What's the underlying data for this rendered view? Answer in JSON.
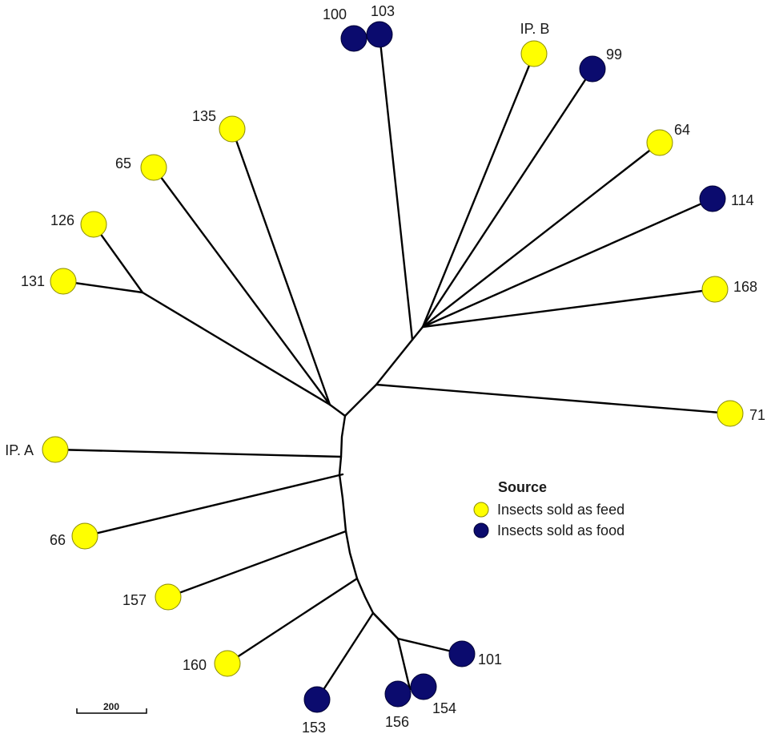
{
  "colors": {
    "feed": "#ffff00",
    "feed_stroke": "#8a8a00",
    "food": "#0b0b6e",
    "food_stroke": "#000033",
    "branch": "#000000"
  },
  "legend": {
    "title": "Source",
    "items": [
      {
        "label": "Insects sold as feed",
        "source": "feed"
      },
      {
        "label": "Insects sold as food",
        "source": "food"
      }
    ]
  },
  "scale_bar": {
    "label": "200"
  },
  "tips": [
    {
      "id": "100",
      "label": "100",
      "source": "food"
    },
    {
      "id": "103",
      "label": "103",
      "source": "food"
    },
    {
      "id": "IPB",
      "label": "IP. B",
      "source": "feed"
    },
    {
      "id": "99",
      "label": "99",
      "source": "food"
    },
    {
      "id": "64",
      "label": "64",
      "source": "feed"
    },
    {
      "id": "114",
      "label": "114",
      "source": "food"
    },
    {
      "id": "168",
      "label": "168",
      "source": "feed"
    },
    {
      "id": "71",
      "label": "71",
      "source": "feed"
    },
    {
      "id": "135",
      "label": "135",
      "source": "feed"
    },
    {
      "id": "65",
      "label": "65",
      "source": "feed"
    },
    {
      "id": "126",
      "label": "126",
      "source": "feed"
    },
    {
      "id": "131",
      "label": "131",
      "source": "feed"
    },
    {
      "id": "IPA",
      "label": "IP. A",
      "source": "feed"
    },
    {
      "id": "66",
      "label": "66",
      "source": "feed"
    },
    {
      "id": "157",
      "label": "157",
      "source": "feed"
    },
    {
      "id": "160",
      "label": "160",
      "source": "feed"
    },
    {
      "id": "101",
      "label": "101",
      "source": "food"
    },
    {
      "id": "154",
      "label": "154",
      "source": "food"
    },
    {
      "id": "156",
      "label": "156",
      "source": "food"
    },
    {
      "id": "153",
      "label": "153",
      "source": "food"
    }
  ]
}
